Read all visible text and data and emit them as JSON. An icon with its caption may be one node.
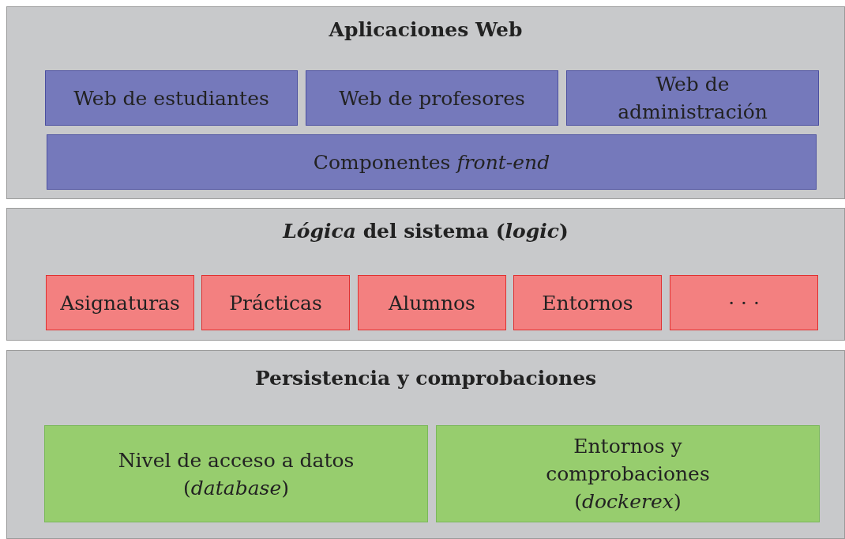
{
  "diagram": {
    "nodes": [
      {
        "text": [
          "Aplicaciones Web"
        ]
      },
      {
        "text": [
          "Web de estudiantes"
        ],
        "in": 0
      },
      {
        "text": [
          "Web de profesores"
        ],
        "in": 0
      },
      {
        "text": [
          "Web de administración"
        ],
        "in": 0
      },
      {
        "text": [
          "Componentes *front-end*"
        ],
        "in": 0
      },
      {
        "text": [
          "*Lógica* del sistema (*logic*)"
        ]
      },
      {
        "text": [
          "Asignaturas"
        ],
        "in": 5
      },
      {
        "text": [
          "Prácticas"
        ],
        "in": 5
      },
      {
        "text": [
          "Alumnos"
        ],
        "in": 5
      },
      {
        "text": [
          "Entornos"
        ],
        "in": 5
      },
      {
        "text": [
          "· · ·"
        ],
        "in": 5
      },
      {
        "text": [
          "Persistencia y comprobaciones"
        ]
      },
      {
        "text": [
          "Nivel de acceso a datos (*database*)"
        ],
        "in": 11
      },
      {
        "text": [
          "Entornos y comprobaciones (*dockerex*)"
        ],
        "in": 11
      }
    ],
    "edges": []
  }
}
